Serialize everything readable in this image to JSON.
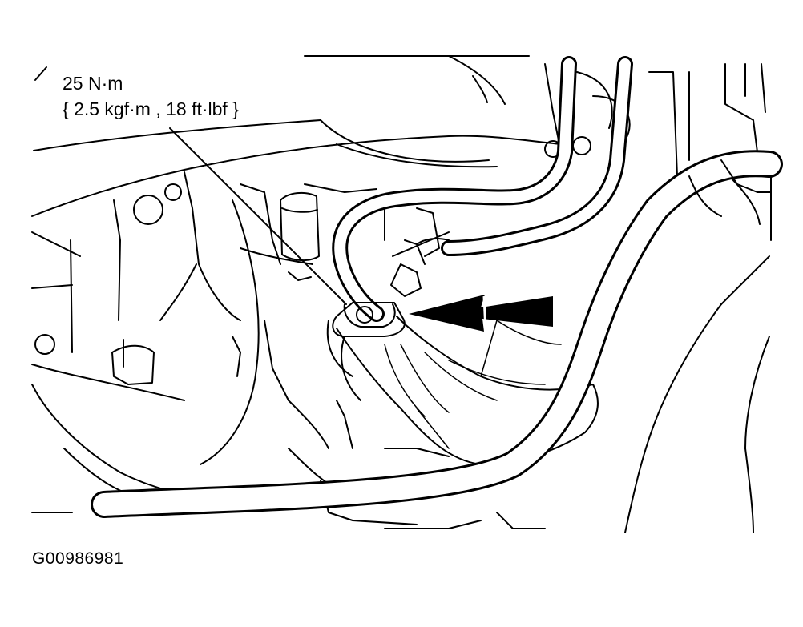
{
  "callout": {
    "torque_line1": "25 N·m",
    "torque_line2": "{ 2.5 kgf·m , 18 ft·lbf }"
  },
  "figure_id": "G00986981",
  "colors": {
    "line": "#000000",
    "background": "#ffffff"
  }
}
